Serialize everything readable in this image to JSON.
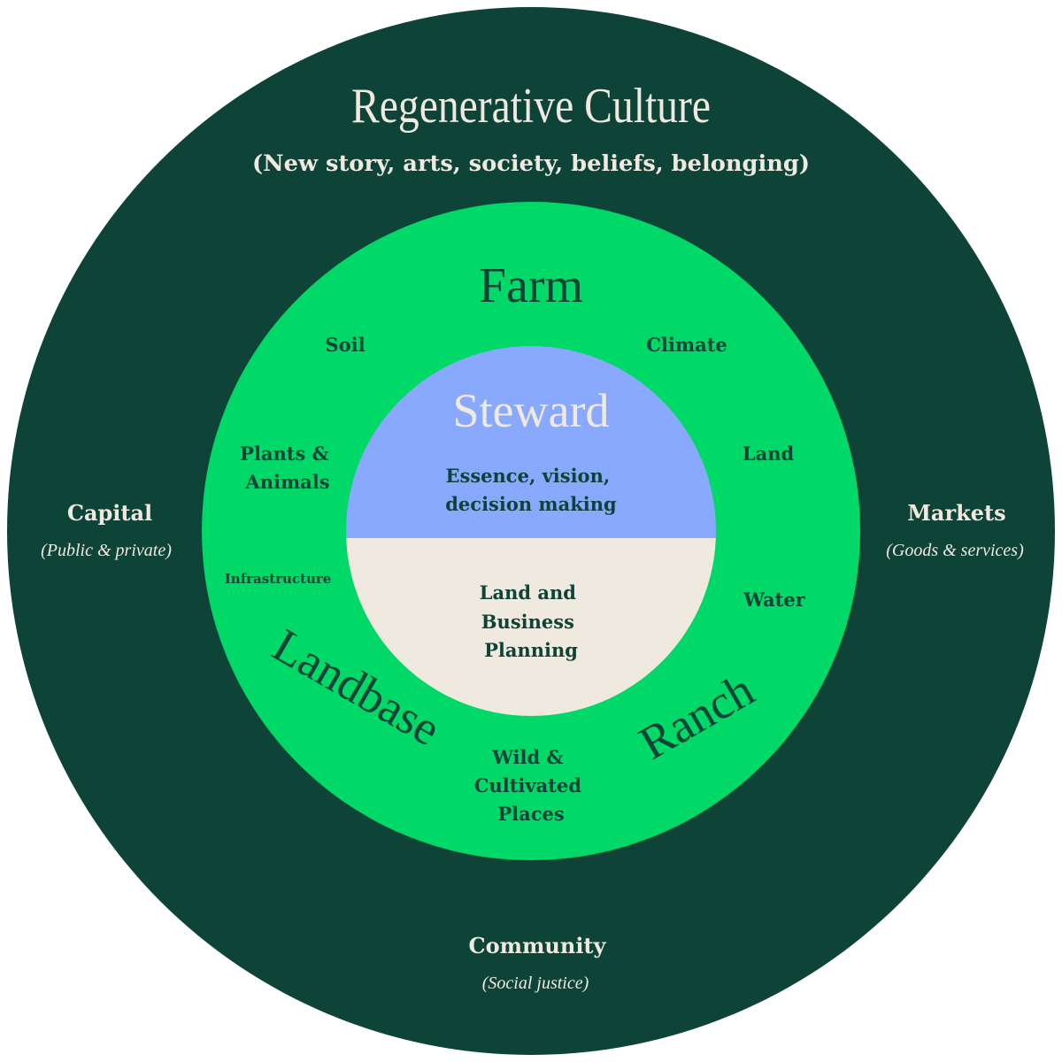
{
  "colors": {
    "outer_ring": "#0e4437",
    "middle_ring": "#00d868",
    "steward_top": "#89a9ff",
    "steward_bottom": "#efe9df",
    "light_text": "#efe9df",
    "dark_text": "#0e4437"
  },
  "outer": {
    "title": "Regenerative Culture",
    "subtitle": "(New story, arts, society, beliefs, belonging)",
    "capital": {
      "label": "Capital",
      "sub": "(Public & private)"
    },
    "markets": {
      "label": "Markets",
      "sub": "(Goods & services)"
    },
    "community": {
      "label": "Community",
      "sub": "(Social justice)"
    }
  },
  "middle": {
    "farm": "Farm",
    "landbase": "Landbase",
    "ranch": "Ranch",
    "soil": "Soil",
    "climate": "Climate",
    "plants": [
      "Plants &",
      "Animals"
    ],
    "land": "Land",
    "infrastructure": "Infrastructure",
    "water": "Water",
    "wild": [
      "Wild &",
      "Cultivated",
      "Places"
    ]
  },
  "center": {
    "title": "Steward",
    "essence": [
      "Essence, vision,",
      "decision making"
    ],
    "planning": [
      "Land and",
      "Business",
      "Planning"
    ]
  }
}
